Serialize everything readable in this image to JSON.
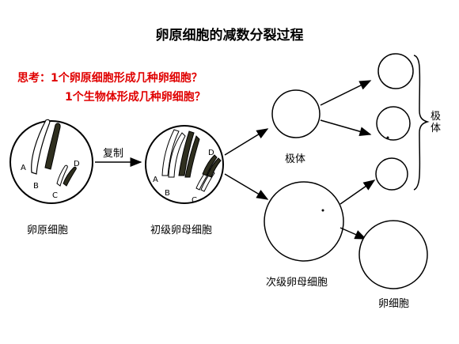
{
  "title": "卵原细胞的减数分裂过程",
  "questions": {
    "q1": "思考：1个卵原细胞形成几种卵细胞？",
    "q2": "1个生物体形成几种卵细胞？"
  },
  "cells": {
    "oogonium": "卵原细胞",
    "primary_oocyte": "初级卵母细胞",
    "first_polar_body": "极体",
    "secondary_oocyte": "次级卵母细胞",
    "ovum": "卵细胞"
  },
  "arrow_label": "复制",
  "bracket_label": "极体",
  "chromosome_labels": {
    "a": "A",
    "b": "B",
    "c": "C",
    "d": "D"
  }
}
